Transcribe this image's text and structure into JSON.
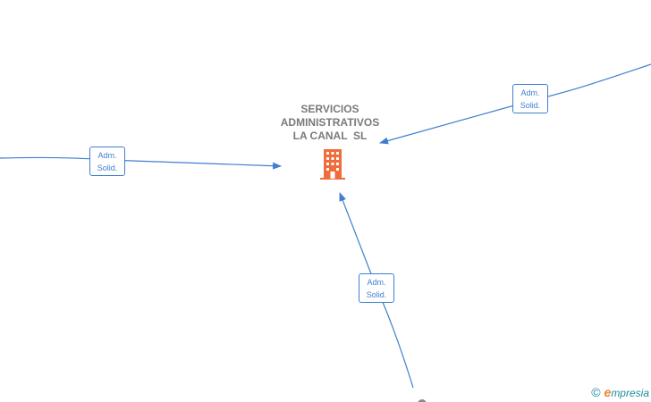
{
  "company": {
    "name_lines": [
      "SERVICIOS",
      "ADMINISTRATIVOS",
      "LA CANAL  SL"
    ],
    "icon": "building-icon",
    "icon_color": "#f26b3a"
  },
  "edges": [
    {
      "id": "left",
      "label_lines": [
        "Adm.",
        "Solid."
      ]
    },
    {
      "id": "top-right",
      "label_lines": [
        "Adm.",
        "Solid."
      ]
    },
    {
      "id": "bottom",
      "label_lines": [
        "Adm.",
        "Solid."
      ]
    }
  ],
  "colors": {
    "edge": "#3f7fcf",
    "title": "#7a7a7a",
    "brand": "#1f8fa0",
    "brand_accent": "#e8862a"
  },
  "brand": {
    "copyright": "©",
    "e": "e",
    "rest": "mpresia"
  }
}
